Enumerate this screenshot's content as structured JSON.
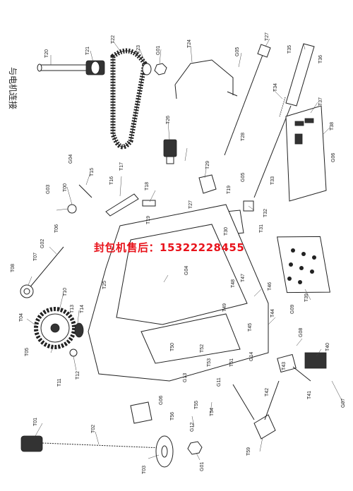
{
  "side_caption": "与电机连接",
  "watermark": "封包机售后：15322228455",
  "part_labels": [
    "T20",
    "T21",
    "T22",
    "T23",
    "G01",
    "T24",
    "G05",
    "T27",
    "T35",
    "T36",
    "T34",
    "T37",
    "T38",
    "G06",
    "T26",
    "T28",
    "G05",
    "T29",
    "T19",
    "T33",
    "T18",
    "T17",
    "G04",
    "T15",
    "T16",
    "G03",
    "T00",
    "T19",
    "T27",
    "T32",
    "T31",
    "T30",
    "T06",
    "G02",
    "T07",
    "T08",
    "T10",
    "T13",
    "T14",
    "T04",
    "T05",
    "T11",
    "T12",
    "T25",
    "G04",
    "T48",
    "T47",
    "T46",
    "T49",
    "T39",
    "T44",
    "G09",
    "T45",
    "G08",
    "T43",
    "G14",
    "T40",
    "T41",
    "G07",
    "T01",
    "T02",
    "T03",
    "G01",
    "T50",
    "T52",
    "T53",
    "T51",
    "G11",
    "T54",
    "T55",
    "G06",
    "T56",
    "G12",
    "T59",
    "T42",
    "G13"
  ],
  "colors": {
    "ink": "#222222",
    "watermark": "#e8131b",
    "background": "#ffffff"
  }
}
